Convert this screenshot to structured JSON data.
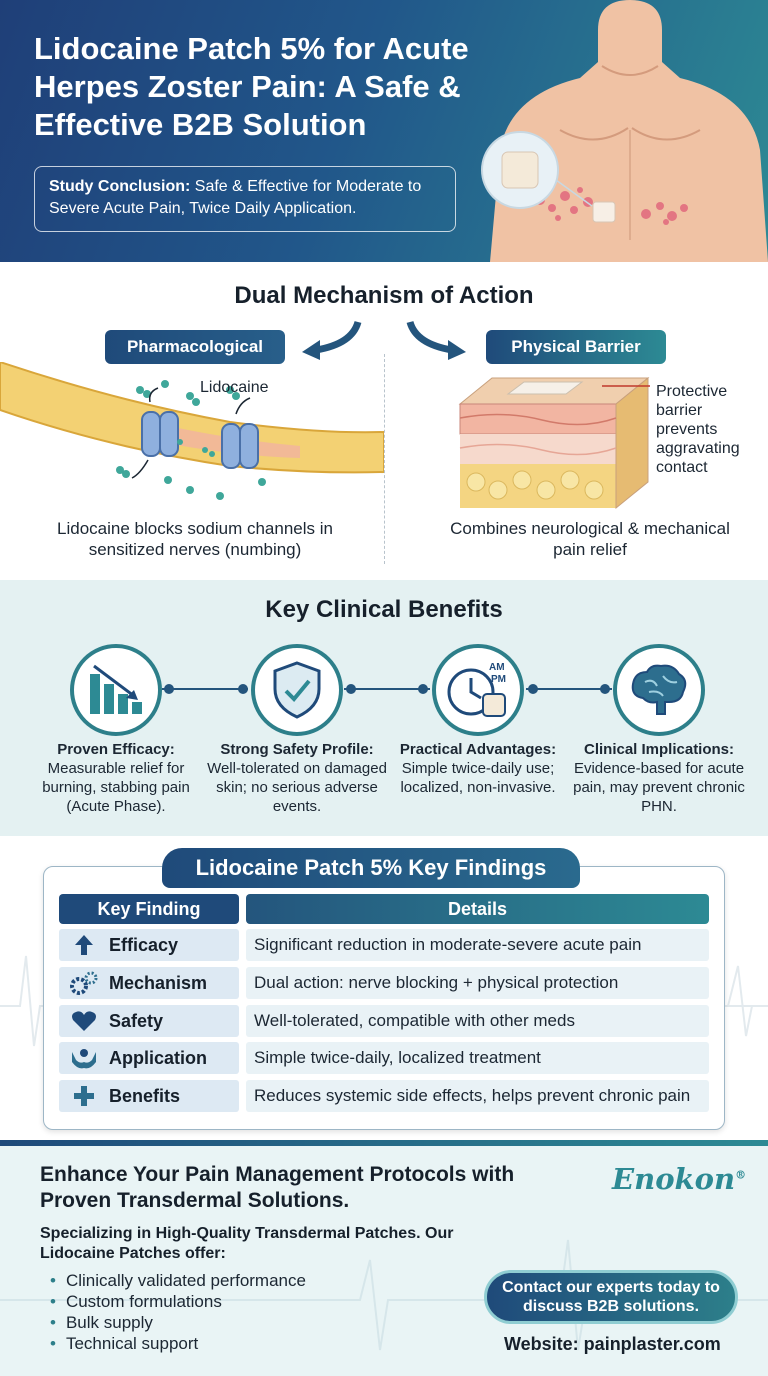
{
  "header": {
    "title": "Lidocaine Patch 5% for Acute Herpes Zoster Pain: A Safe & Effective B2B Solution",
    "conclusion_label": "Study Conclusion:",
    "conclusion_text": " Safe & Effective for Moderate to Severe Acute Pain, Twice Daily Application."
  },
  "mechanism": {
    "title": "Dual Mechanism of Action",
    "left_pill": "Pharmacological",
    "right_pill": "Physical Barrier",
    "lidocaine_label": "Lidocaine",
    "barrier_label": "Protective barrier prevents aggravating contact",
    "left_caption": "Lidocaine blocks sodium channels in sensitized nerves (numbing)",
    "right_caption": "Combines neurological & mechanical pain relief",
    "am_label": "AM",
    "pm_label": "PM"
  },
  "benefits": {
    "title": "Key Clinical Benefits",
    "items": [
      {
        "title": "Proven Efficacy:",
        "text": "Measurable relief for burning, stabbing pain (Acute Phase).",
        "icon": "bar-chart-down-icon"
      },
      {
        "title": "Strong Safety Profile:",
        "text": "Well-tolerated on damaged skin; no serious adverse events.",
        "icon": "shield-check-icon"
      },
      {
        "title": "Practical Advantages:",
        "text": "Simple twice-daily use; localized, non-invasive.",
        "icon": "clock-patch-icon"
      },
      {
        "title": "Clinical Implications:",
        "text": "Evidence-based for acute pain, may prevent chronic PHN.",
        "icon": "brain-icon"
      }
    ]
  },
  "findings": {
    "title": "Lidocaine Patch 5% Key Findings",
    "col_key": "Key Finding",
    "col_details": "Details",
    "rows": [
      {
        "key": "Efficacy",
        "details": "Significant reduction in moderate-severe acute pain",
        "icon": "arrow-up-icon"
      },
      {
        "key": "Mechanism",
        "details": "Dual action: nerve blocking + physical protection",
        "icon": "gears-icon"
      },
      {
        "key": "Safety",
        "details": "Well-tolerated, compatible with other meds",
        "icon": "heart-icon"
      },
      {
        "key": "Application",
        "details": "Simple twice-daily, localized treatment",
        "icon": "hands-icon"
      },
      {
        "key": "Benefits",
        "details": "Reduces systemic side effects, helps prevent chronic pain",
        "icon": "plus-icon"
      }
    ]
  },
  "footer": {
    "headline": "Enhance Your Pain Management Protocols with Proven Transdermal Solutions.",
    "brand": "Enokon",
    "brand_mark": "®",
    "spec": "Specializing in High-Quality Transdermal Patches. Our Lidocaine Patches offer:",
    "bullets": [
      "Clinically validated performance",
      "Custom formulations",
      "Bulk supply",
      "Technical support"
    ],
    "contact": "Contact our experts today to discuss B2B solutions.",
    "website": "Website: painplaster.com"
  },
  "colors": {
    "navy": "#1f4a7a",
    "teal": "#2d8a94",
    "light_teal": "#e4f1f2"
  }
}
